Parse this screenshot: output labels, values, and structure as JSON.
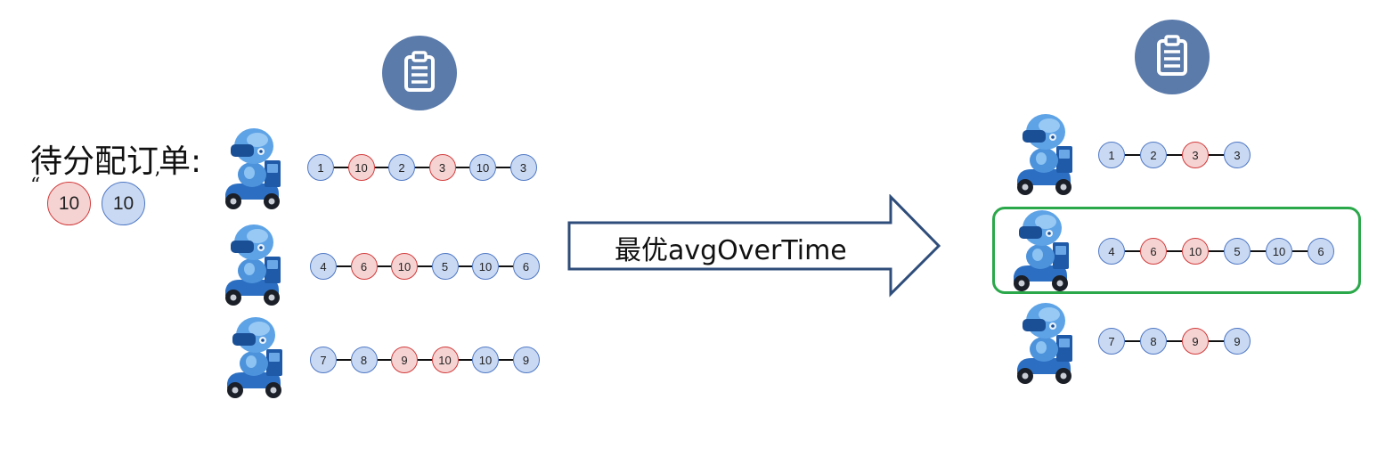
{
  "pending": {
    "label": "待分配订单:",
    "open_quote": "“",
    "close_quote": "’",
    "orders": [
      {
        "label": "10",
        "color": "red"
      },
      {
        "label": "10",
        "color": "blue"
      }
    ]
  },
  "transition": {
    "label": "最优avgOverTime"
  },
  "left_routes": [
    [
      {
        "l": "1",
        "c": "blue"
      },
      {
        "l": "10",
        "c": "red"
      },
      {
        "l": "2",
        "c": "blue"
      },
      {
        "l": "3",
        "c": "red"
      },
      {
        "l": "10",
        "c": "blue"
      },
      {
        "l": "3",
        "c": "blue"
      }
    ],
    [
      {
        "l": "4",
        "c": "blue"
      },
      {
        "l": "6",
        "c": "red"
      },
      {
        "l": "10",
        "c": "red"
      },
      {
        "l": "5",
        "c": "blue"
      },
      {
        "l": "10",
        "c": "blue"
      },
      {
        "l": "6",
        "c": "blue"
      }
    ],
    [
      {
        "l": "7",
        "c": "blue"
      },
      {
        "l": "8",
        "c": "blue"
      },
      {
        "l": "9",
        "c": "red"
      },
      {
        "l": "10",
        "c": "red"
      },
      {
        "l": "10",
        "c": "blue"
      },
      {
        "l": "9",
        "c": "blue"
      }
    ]
  ],
  "right_routes": [
    [
      {
        "l": "1",
        "c": "blue"
      },
      {
        "l": "2",
        "c": "blue"
      },
      {
        "l": "3",
        "c": "red"
      },
      {
        "l": "3",
        "c": "blue"
      }
    ],
    [
      {
        "l": "4",
        "c": "blue"
      },
      {
        "l": "6",
        "c": "red"
      },
      {
        "l": "10",
        "c": "red"
      },
      {
        "l": "5",
        "c": "blue"
      },
      {
        "l": "10",
        "c": "blue"
      },
      {
        "l": "6",
        "c": "blue"
      }
    ],
    [
      {
        "l": "7",
        "c": "blue"
      },
      {
        "l": "8",
        "c": "blue"
      },
      {
        "l": "9",
        "c": "red"
      },
      {
        "l": "9",
        "c": "blue"
      }
    ]
  ],
  "highlighted_right_route": 2,
  "colors": {
    "node_blue_fill": "#c9d9f3",
    "node_blue_stroke": "#4f78c4",
    "node_red_fill": "#f6d3d3",
    "node_red_stroke": "#d23b3b",
    "badge": "#5b7bab",
    "arrow_stroke": "#2f4d7a",
    "highlight": "#2aa84a"
  },
  "icons": [
    "clipboard-icon",
    "delivery-robot-icon",
    "arrow-right-icon"
  ]
}
